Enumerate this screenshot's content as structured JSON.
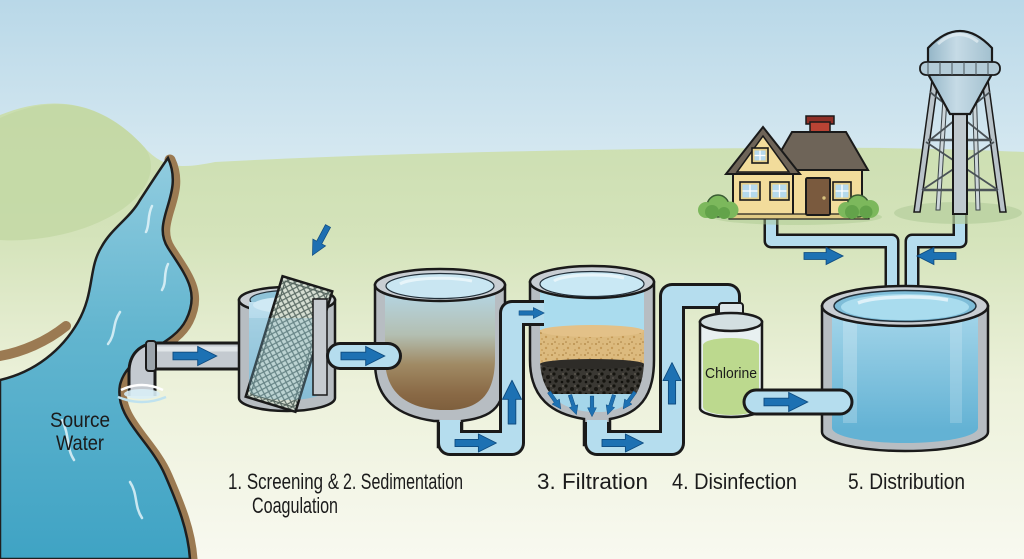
{
  "diagram": {
    "subject": "drinking-water-treatment-process",
    "source_water": {
      "line1": "Source",
      "line2": "Water"
    },
    "stages": [
      {
        "id": "1",
        "line1": "1. Screening &",
        "line2": "Coagulation"
      },
      {
        "id": "2",
        "line1": "2. Sedimentation",
        "line2": ""
      },
      {
        "id": "3",
        "line1": "3. Filtration",
        "line2": ""
      },
      {
        "id": "4",
        "line1": "4. Disinfection",
        "line2": ""
      },
      {
        "id": "5",
        "line1": "5. Distribution",
        "line2": ""
      }
    ],
    "chlorine": {
      "label": "Chlorine"
    }
  },
  "colors": {
    "sky_blue": "#b9d8e8",
    "grass_green": "#c9ddae",
    "river_teal": "#4fa9c9",
    "bank_brown": "#9b7a52",
    "pipe_blue": "#b5ddee",
    "arrow_blue": "#1d71b3",
    "tank_gray": "#b7bdc2",
    "clean_water_blue": "#8ec8e0",
    "sediment_brown": "#8a6a46",
    "sand_tan": "#dcba7e",
    "charcoal_black": "#3a3833",
    "chlorine_green": "#bcd98e",
    "house_wall_yellow": "#f2dc9b",
    "roof_taupe": "#6e6458",
    "chimney_red": "#b94334",
    "bush_green": "#7cb85c",
    "tower_gray": "#b4c8d4"
  }
}
